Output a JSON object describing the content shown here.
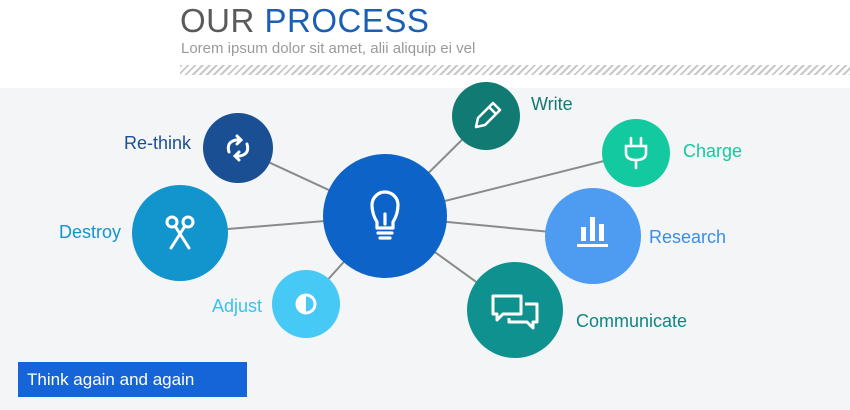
{
  "header": {
    "title_part1": "OUR",
    "title_part2": "PROCESS",
    "subtitle": "Lorem ipsum dolor sit amet, alii aliquip ei vel"
  },
  "footer": {
    "text": "Think again and again"
  },
  "diagram": {
    "center_icon": "lightbulb-icon",
    "nodes": [
      {
        "label": "Write",
        "icon": "pencil-icon",
        "color": "#117a72"
      },
      {
        "label": "Charge",
        "icon": "plug-icon",
        "color": "#13c9a0"
      },
      {
        "label": "Research",
        "icon": "bar-chart-icon",
        "color": "#4d9cf2"
      },
      {
        "label": "Communicate",
        "icon": "chat-bubbles-icon",
        "color": "#0f9190"
      },
      {
        "label": "Adjust",
        "icon": "contrast-icon",
        "color": "#46c9f5"
      },
      {
        "label": "Destroy",
        "icon": "scissors-icon",
        "color": "#1294cd"
      },
      {
        "label": "Re-think",
        "icon": "refresh-link-icon",
        "color": "#1a4f94"
      }
    ],
    "center_color": "#0e63c9"
  }
}
